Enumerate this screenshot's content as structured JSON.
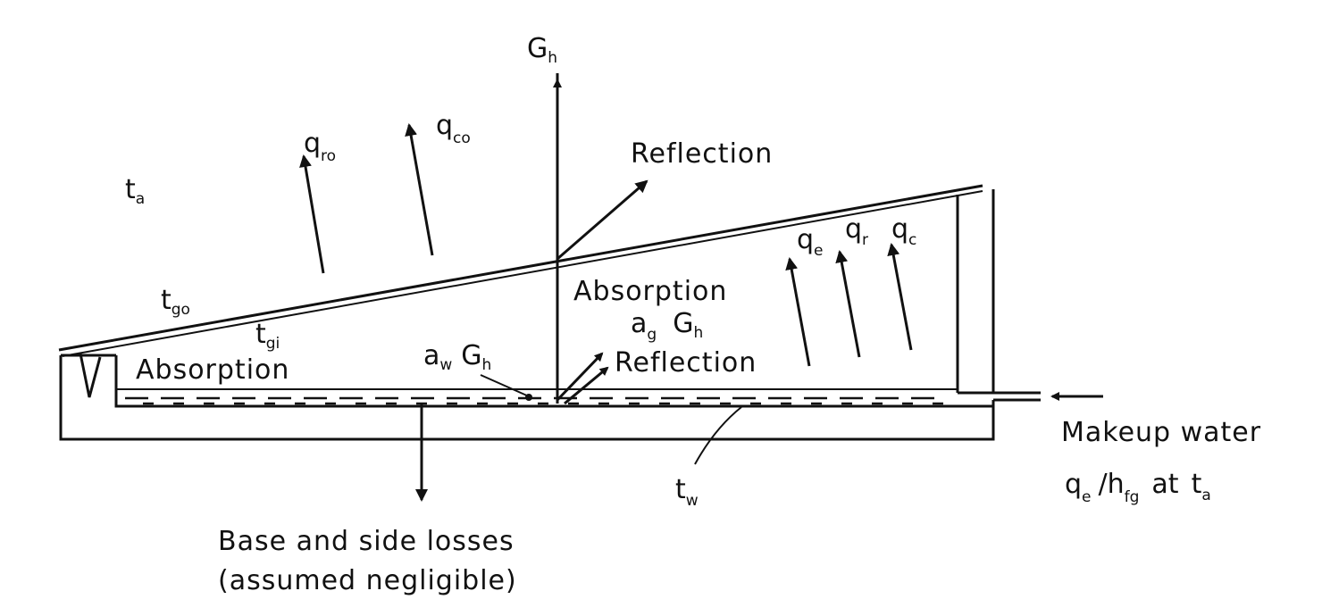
{
  "labels": {
    "solar": {
      "main": "G",
      "sub": "h"
    },
    "reflection_top": "Reflection",
    "reflection_bottom": "Reflection",
    "absorption_glass": "Absorption",
    "absorption_water": "Absorption",
    "alpha_g": {
      "a": "a",
      "a_sub": "g",
      "g": "G",
      "g_sub": "h"
    },
    "alpha_w": {
      "a": "a",
      "a_sub": "w",
      "g": "G",
      "g_sub": "h"
    },
    "q_ro": {
      "main": "q",
      "sub": "ro"
    },
    "q_co": {
      "main": "q",
      "sub": "co"
    },
    "q_e": {
      "main": "q",
      "sub": "e"
    },
    "q_r": {
      "main": "q",
      "sub": "r"
    },
    "q_c": {
      "main": "q",
      "sub": "c"
    },
    "t_a": {
      "main": "t",
      "sub": "a"
    },
    "t_go": {
      "main": "t",
      "sub": "go"
    },
    "t_gi": {
      "main": "t",
      "sub": "gi"
    },
    "t_w": {
      "main": "t",
      "sub": "w"
    },
    "makeup_line1": "Makeup water",
    "makeup_line2": {
      "q": "q",
      "q_sub": "e",
      "slash_h": "/h",
      "h_sub": "fg",
      "at": "at",
      "t": "t",
      "t_sub": "a"
    },
    "base_loss_line1": "Base and side losses",
    "base_loss_line2": "(assumed negligible)"
  }
}
